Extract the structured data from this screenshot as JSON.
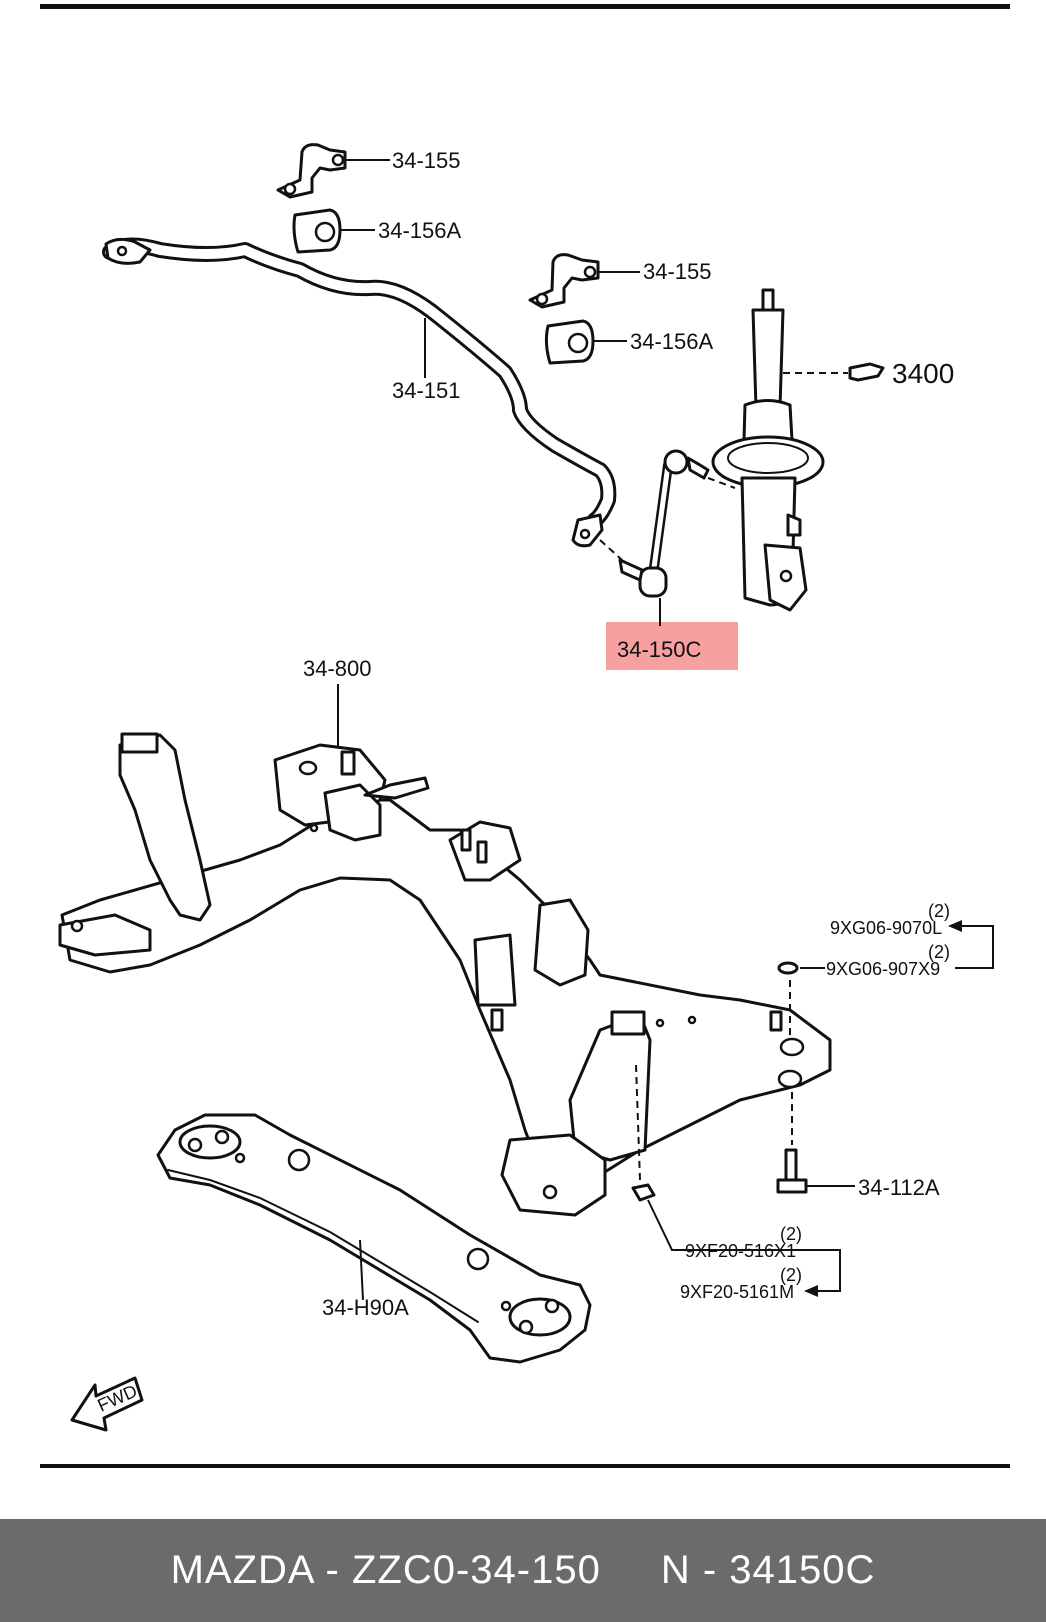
{
  "labels": {
    "bracket_upper_left": "34-155",
    "bushing_upper_left": "34-156A",
    "bracket_upper_right": "34-155",
    "bushing_upper_right": "34-156A",
    "stabilizer_bar": "34-151",
    "strut_ref": "3400",
    "link_highlighted": "34-150C",
    "crossmember": "34-800",
    "bolt_a": "9XG06-9070L",
    "bolt_a_qty": "(2)",
    "washer_a": "9XG06-907X9",
    "washer_a_qty": "(2)",
    "bolt_main": "34-112A",
    "nut_b": "9XF20-516X1",
    "nut_b_qty": "(2)",
    "nut_c": "9XF20-5161M",
    "nut_c_qty": "(2)",
    "lower_member": "34-H90A",
    "fwd": "FWD"
  },
  "highlight_color": "#f6a0a0",
  "footer": {
    "brand_part": "MAZDA - ZZC0-34-150",
    "alt_part": "N - 34150C"
  }
}
